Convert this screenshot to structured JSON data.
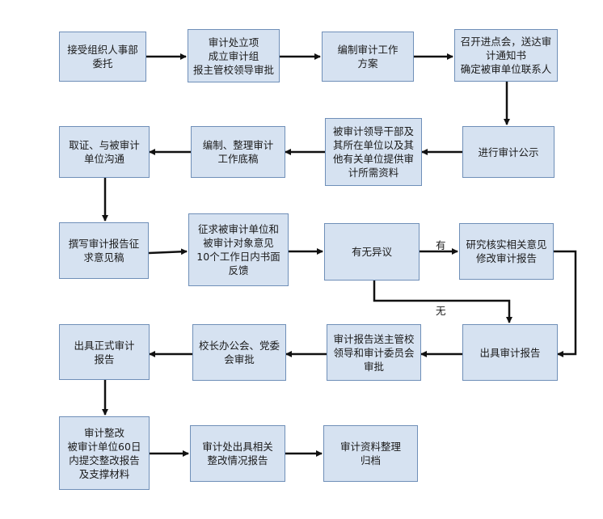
{
  "flowchart": {
    "nodes": {
      "n1": "接受组织人事部\n委托",
      "n2": "审计处立项\n成立审计组\n报主管校领导审批",
      "n3": "编制审计工作\n方案",
      "n4": "召开进点会，送达审\n计通知书\n确定被审单位联系人",
      "n5": "进行审计公示",
      "n6": "被审计领导干部及\n其所在单位以及其\n他有关单位提供审\n计所需资料",
      "n7": "编制、整理审计\n工作底稿",
      "n8": "取证、与被审计\n单位沟通",
      "n9": "撰写审计报告征\n求意见稿",
      "n10": "征求被审计单位和\n被审计对象意见\n10个工作日内书面\n反馈",
      "n11": "有无异议",
      "n12": "研究核实相关意见\n修改审计报告",
      "n13": "出具审计报告",
      "n14": "审计报告送主管校\n领导和审计委员会\n审批",
      "n15": "校长办公会、党委\n会审批",
      "n16": "出具正式审计\n报告",
      "n17": "审计整改\n被审计单位60日\n内提交整改报告\n及支撑材料",
      "n18": "审计处出具相关\n整改情况报告",
      "n19": "审计资料整理\n归档"
    },
    "edge_labels": {
      "yes": "有",
      "no": "无"
    }
  }
}
